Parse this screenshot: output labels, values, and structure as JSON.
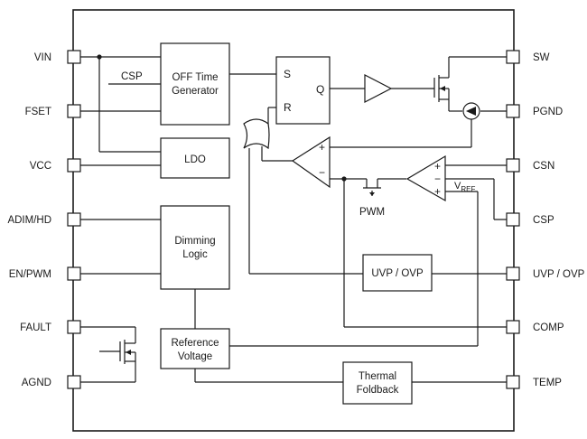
{
  "pins_left": {
    "vin": "VIN",
    "fset": "FSET",
    "vcc": "VCC",
    "adim": "ADIM/HD",
    "enpwm": "EN/PWM",
    "fault": "FAULT",
    "agnd": "AGND"
  },
  "pins_right": {
    "sw": "SW",
    "pgnd": "PGND",
    "csn": "CSN",
    "csp": "CSP",
    "uvp_ovp": "UVP / OVP",
    "comp": "COMP",
    "temp": "TEMP"
  },
  "blocks": {
    "off_time_line1": "OFF Time",
    "off_time_line2": "Generator",
    "csp_input": "CSP",
    "ldo": "LDO",
    "dimming_line1": "Dimming",
    "dimming_line2": "Logic",
    "reference_line1": "Reference",
    "reference_line2": "Voltage",
    "uvp_ovp": "UVP / OVP",
    "thermal_line1": "Thermal",
    "thermal_line2": "Foldback"
  },
  "latch": {
    "s": "S",
    "r": "R",
    "q": "Q"
  },
  "amplifiers": {
    "comp_plus": "+",
    "comp_minus": "−",
    "amp_plus_top": "+",
    "amp_minus": "−",
    "amp_plus_bottom": "+",
    "vref_main": "V",
    "vref_sub": "REF"
  },
  "switch_label": "PWM"
}
